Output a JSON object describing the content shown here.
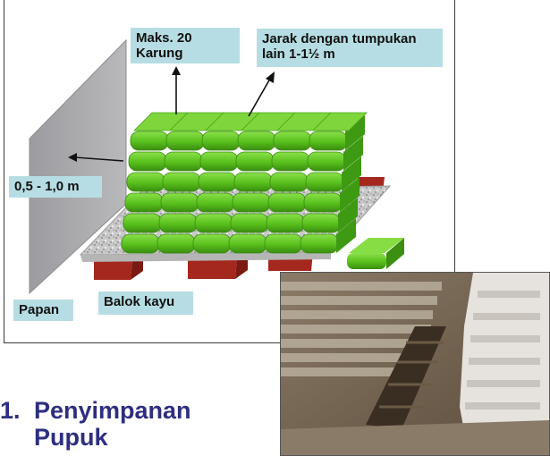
{
  "labels": {
    "maks": "Maks. 20\nKarung",
    "jarak": "Jarak dengan tumpukan\nlain 1-1½ m",
    "jarak_dinding": "0,5 - 1,0 m",
    "papan": "Papan",
    "balok": "Balok kayu"
  },
  "title": {
    "number": "1.",
    "line1": "Penyimpanan",
    "line2": "Pupuk"
  },
  "colors": {
    "title": "#2e2e80",
    "label_bg": "#b6dde3",
    "sack": "#5ec21e",
    "beam": "#a5281e",
    "wall": "#a8a8ab"
  }
}
